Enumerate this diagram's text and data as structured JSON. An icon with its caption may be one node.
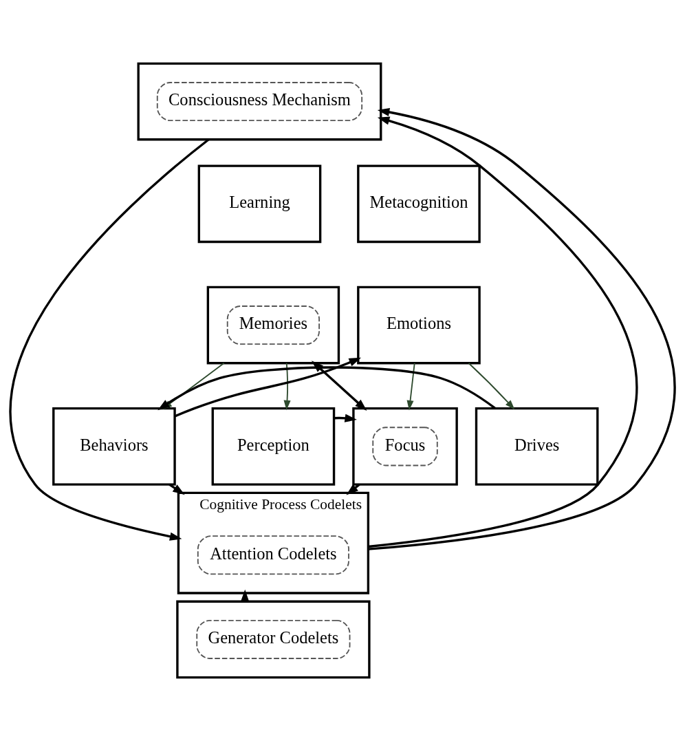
{
  "diagram": {
    "nodes": [
      {
        "text": [],
        "shape": "box"
      },
      {
        "text": [
          "Consciousness Mechanism"
        ],
        "in": 0
      },
      {
        "text": [
          "Learning"
        ]
      },
      {
        "text": [
          "Metacognition"
        ]
      },
      {
        "text": [],
        "shape": "box"
      },
      {
        "text": [
          "Memories"
        ],
        "in": 4
      },
      {
        "text": [
          "Emotions"
        ]
      },
      {
        "text": [
          "Perception"
        ]
      },
      {
        "text": [],
        "shape": "box"
      },
      {
        "text": [
          "Focus"
        ],
        "in": 8
      },
      {
        "text": [
          "Behaviors"
        ]
      },
      {
        "text": [
          "Drives"
        ]
      },
      {
        "text": [
          "Cognitive Process Codelets"
        ]
      },
      {
        "text": [
          "Attention Codelets"
        ],
        "in": 12
      },
      {
        "text": [],
        "shape": "box"
      },
      {
        "text": [
          "Generator Codelets"
        ],
        "in": 14
      }
    ],
    "edges": [
      {
        "from": 0,
        "to": 12,
        "arrow": "to"
      },
      {
        "from": 12,
        "to": 0,
        "arrow": "to"
      },
      {
        "from": 12,
        "to": 0,
        "arrow": "to"
      },
      {
        "from": 4,
        "to": 7,
        "arrow": "to",
        "color": "#2e4a2e"
      },
      {
        "from": 4,
        "to": 8,
        "arrow": "both"
      },
      {
        "from": 4,
        "to": 10,
        "arrow": "to",
        "color": "#2e4a2e"
      },
      {
        "from": 6,
        "to": 8,
        "arrow": "to",
        "color": "#2e4a2e"
      },
      {
        "from": 6,
        "to": 11,
        "arrow": "to",
        "color": "#2e4a2e"
      },
      {
        "from": 10,
        "to": 6,
        "arrow": "to"
      },
      {
        "from": 7,
        "to": 8,
        "arrow": "to"
      },
      {
        "from": 11,
        "to": 10,
        "arrow": "to"
      },
      {
        "from": 8,
        "to": 12,
        "arrow": "to"
      },
      {
        "from": 10,
        "to": 12,
        "arrow": "to"
      },
      {
        "from": 14,
        "to": 12,
        "arrow": "to"
      }
    ]
  }
}
